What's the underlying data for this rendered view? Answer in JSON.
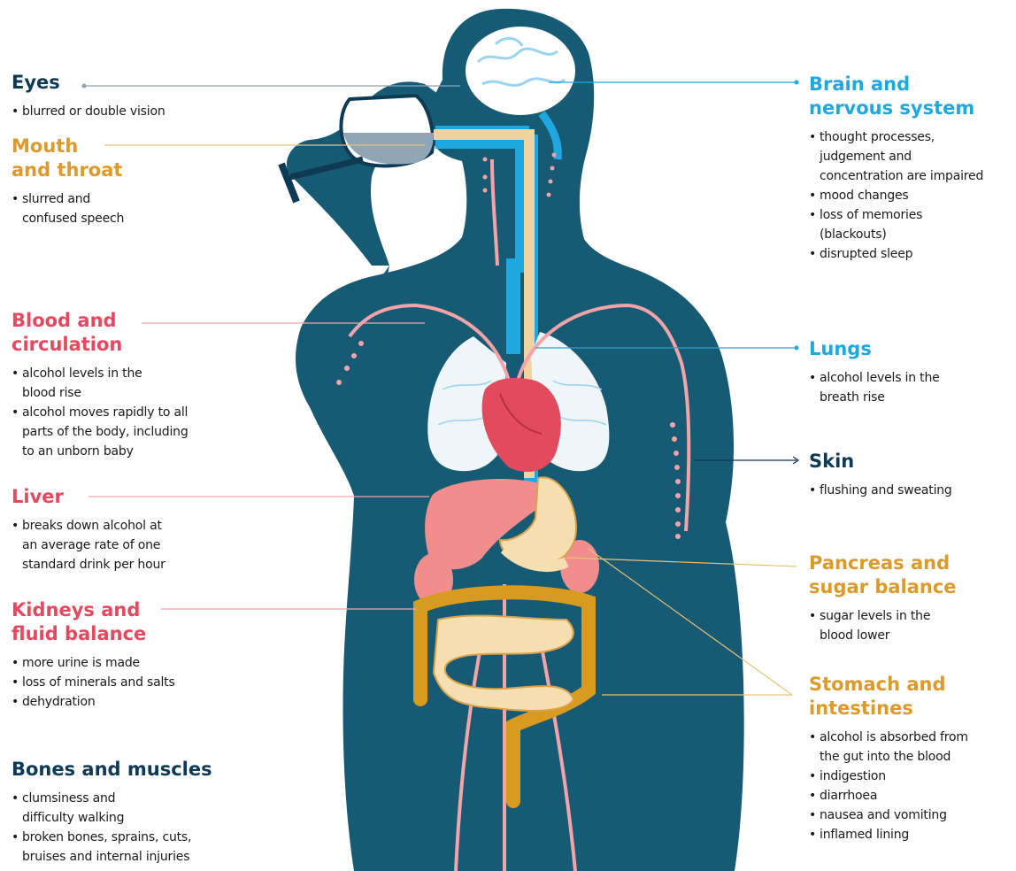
{
  "colors": {
    "body": "#175a73",
    "navy": "#0e3a56",
    "orange": "#dc9a2b",
    "red": "#e5495f",
    "cyan": "#1fa8e0",
    "vessel": "#f2a4a8",
    "lung": "#eef6fa",
    "liver": "#f28d8e",
    "heart": "#e24a5d",
    "gut": "#f5dfb0",
    "colon": "#d99a22"
  },
  "left_labels": [
    {
      "id": "eyes",
      "title": [
        "Eyes"
      ],
      "color": "navy",
      "bullets": [
        "blurred or double vision"
      ]
    },
    {
      "id": "mouth",
      "title": [
        "Mouth",
        "and throat"
      ],
      "color": "orange",
      "bullets": [
        "slurred and\nconfused speech"
      ]
    },
    {
      "id": "blood",
      "title": [
        "Blood and",
        "circulation"
      ],
      "color": "red",
      "bullets": [
        "alcohol levels in the\nblood rise",
        "alcohol moves rapidly to all\nparts of the body, including\nto an unborn baby"
      ]
    },
    {
      "id": "liver",
      "title": [
        "Liver"
      ],
      "color": "red",
      "bullets": [
        "breaks down alcohol at\nan average rate of one\nstandard drink per hour"
      ]
    },
    {
      "id": "kidneys",
      "title": [
        "Kidneys and",
        "fluid balance"
      ],
      "color": "red",
      "bullets": [
        "more urine is made",
        "loss of minerals and salts",
        "dehydration"
      ]
    },
    {
      "id": "bones",
      "title": [
        "Bones and muscles"
      ],
      "color": "navy",
      "bullets": [
        "clumsiness and\ndifficulty walking",
        "broken bones, sprains, cuts,\nbruises and internal injuries"
      ]
    }
  ],
  "right_labels": [
    {
      "id": "brain",
      "title": [
        "Brain and",
        "nervous system"
      ],
      "color": "cyan",
      "bullets": [
        "thought processes,\njudgement and\nconcentration are impaired",
        "mood changes",
        "loss of memories\n(blackouts)",
        "disrupted sleep"
      ]
    },
    {
      "id": "lungs",
      "title": [
        "Lungs"
      ],
      "color": "cyan",
      "bullets": [
        "alcohol levels in the\nbreath rise"
      ]
    },
    {
      "id": "skin",
      "title": [
        "Skin"
      ],
      "color": "navy",
      "bullets": [
        "flushing and sweating"
      ]
    },
    {
      "id": "pancreas",
      "title": [
        "Pancreas and",
        "sugar balance"
      ],
      "color": "orange",
      "bullets": [
        "sugar levels in the\nblood lower"
      ]
    },
    {
      "id": "stomach",
      "title": [
        "Stomach and",
        "intestines"
      ],
      "color": "orange",
      "bullets": [
        "alcohol is absorbed from\nthe gut into the blood",
        "indigestion",
        "diarrhoea",
        "nausea and vomiting",
        "inflamed lining"
      ]
    }
  ]
}
